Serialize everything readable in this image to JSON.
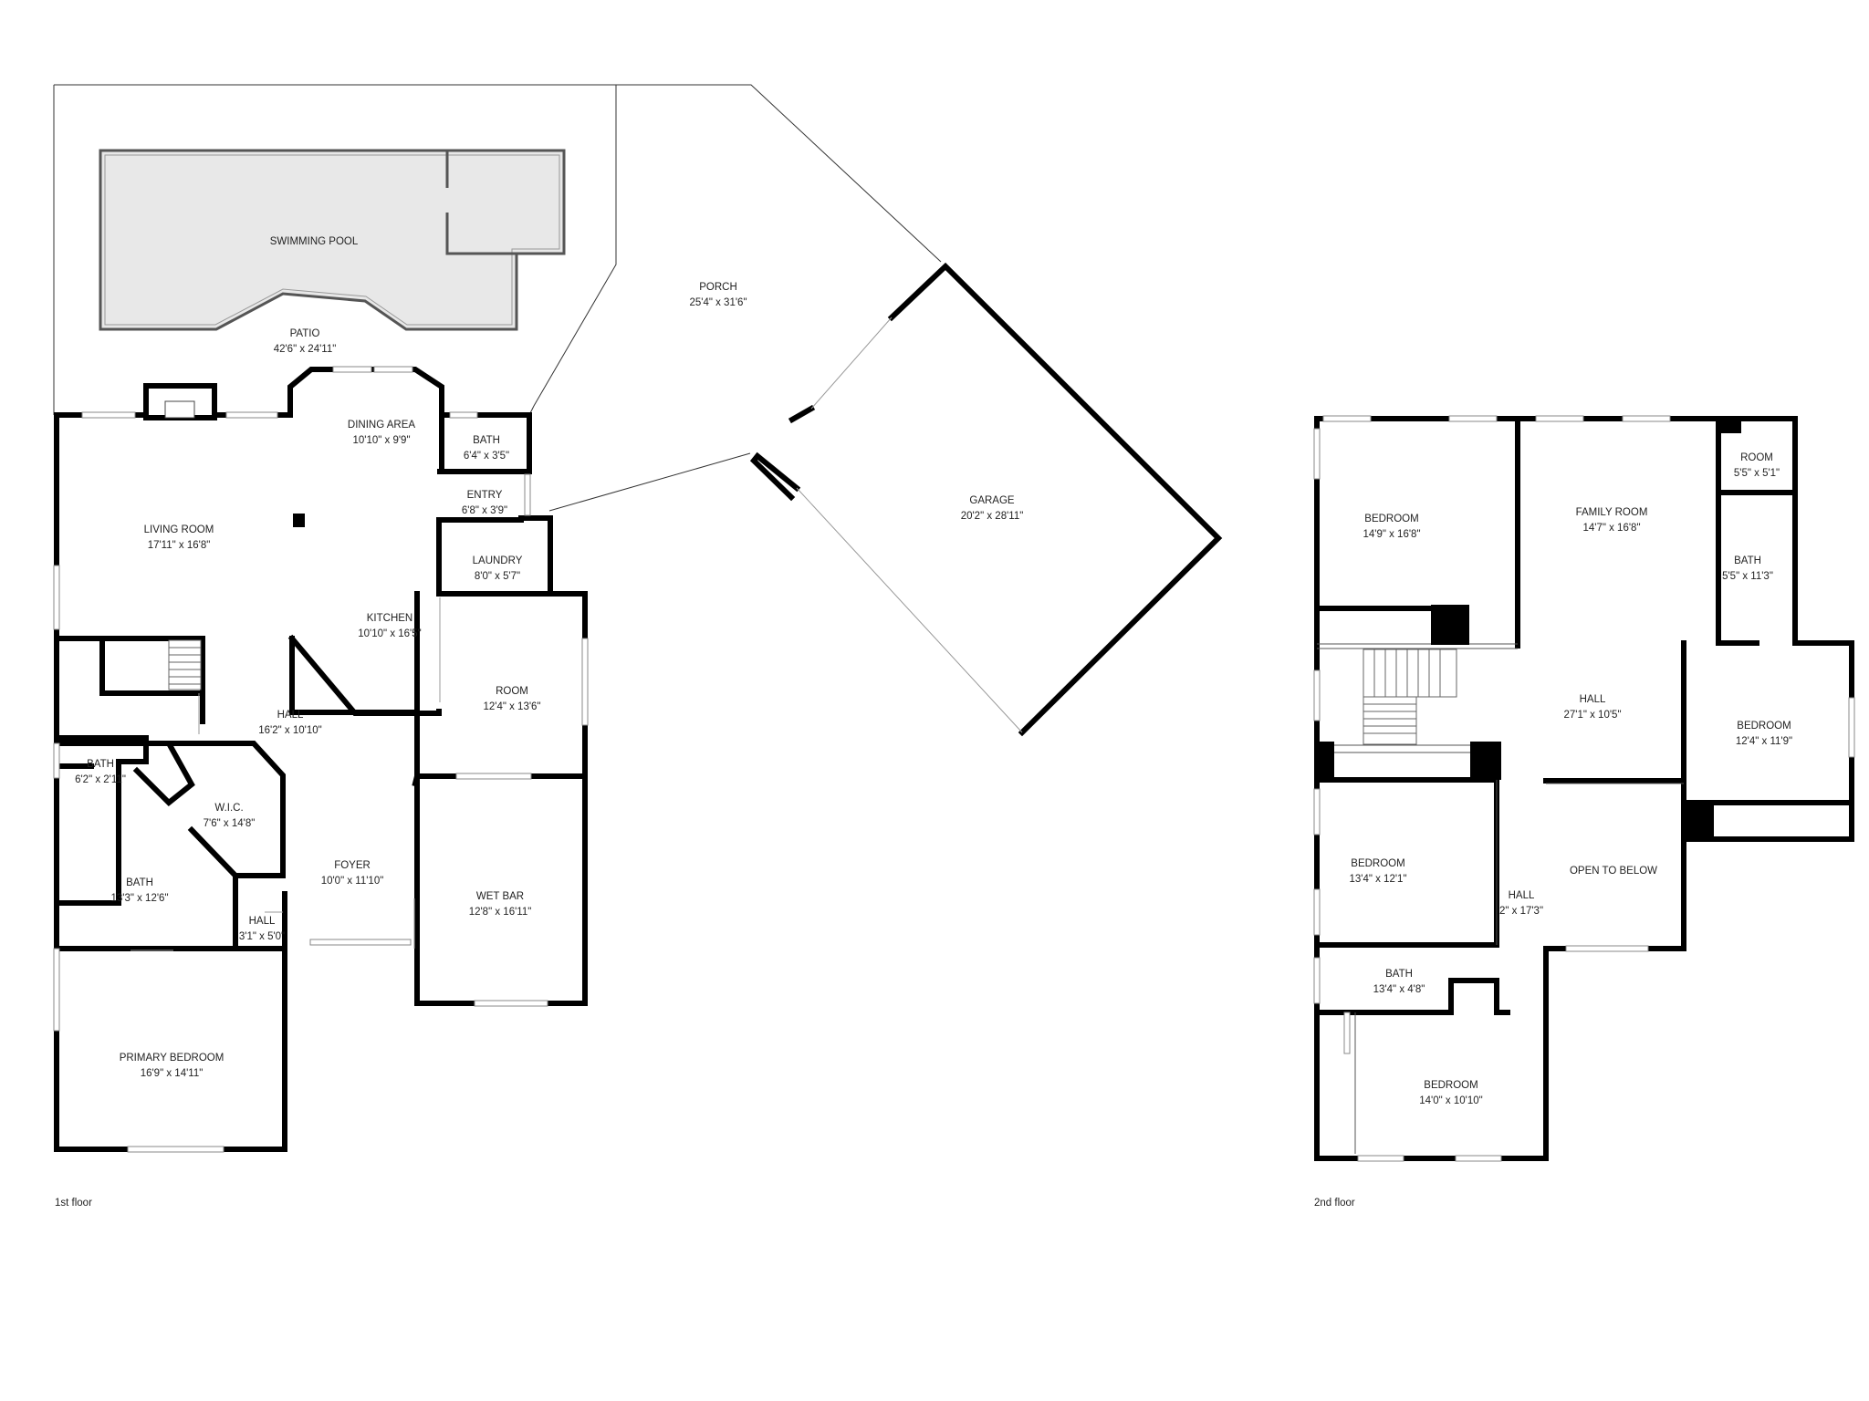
{
  "floors": [
    {
      "caption": "1st floor",
      "rooms": [
        {
          "name": "SWIMMING POOL",
          "dims": ""
        },
        {
          "name": "PATIO",
          "dims": "42'6\" x 24'11\""
        },
        {
          "name": "PORCH",
          "dims": "25'4\" x 31'6\""
        },
        {
          "name": "GARAGE",
          "dims": "20'2\" x 28'11\""
        },
        {
          "name": "DINING AREA",
          "dims": "10'10\" x 9'9\""
        },
        {
          "name": "BATH",
          "dims": "6'4\" x 3'5\""
        },
        {
          "name": "ENTRY",
          "dims": "6'8\" x 3'9\""
        },
        {
          "name": "LIVING ROOM",
          "dims": "17'11\" x 16'8\""
        },
        {
          "name": "LAUNDRY",
          "dims": "8'0\" x 5'7\""
        },
        {
          "name": "KITCHEN",
          "dims": "10'10\" x 16'5\""
        },
        {
          "name": "ROOM",
          "dims": "12'4\" x 13'6\""
        },
        {
          "name": "HALL",
          "dims": "16'2\" x 10'10\""
        },
        {
          "name": "BATH",
          "dims": "6'2\" x 2'11\""
        },
        {
          "name": "W.I.C.",
          "dims": "7'6\" x 14'8\""
        },
        {
          "name": "FOYER",
          "dims": "10'0\" x 11'10\""
        },
        {
          "name": "WET BAR",
          "dims": "12'8\" x 16'11\""
        },
        {
          "name": "BATH",
          "dims": "13'3\" x 12'6\""
        },
        {
          "name": "HALL",
          "dims": "3'1\" x 5'0\""
        },
        {
          "name": "PRIMARY BEDROOM",
          "dims": "16'9\" x 14'11\""
        }
      ]
    },
    {
      "caption": "2nd floor",
      "rooms": [
        {
          "name": "BEDROOM",
          "dims": "14'9\" x 16'8\""
        },
        {
          "name": "FAMILY ROOM",
          "dims": "14'7\" x 16'8\""
        },
        {
          "name": "ROOM",
          "dims": "5'5\" x 5'1\""
        },
        {
          "name": "BATH",
          "dims": "5'5\" x 11'3\""
        },
        {
          "name": "HALL",
          "dims": "27'1\" x 10'5\""
        },
        {
          "name": "BEDROOM",
          "dims": "12'4\" x 11'9\""
        },
        {
          "name": "BEDROOM",
          "dims": "13'4\" x 12'1\""
        },
        {
          "name": "HALL",
          "dims": "2\" x 17'3\""
        },
        {
          "name": "OPEN TO BELOW",
          "dims": ""
        },
        {
          "name": "BATH",
          "dims": "13'4\" x 4'8\""
        },
        {
          "name": "BEDROOM",
          "dims": "14'0\" x 10'10\""
        }
      ]
    }
  ]
}
